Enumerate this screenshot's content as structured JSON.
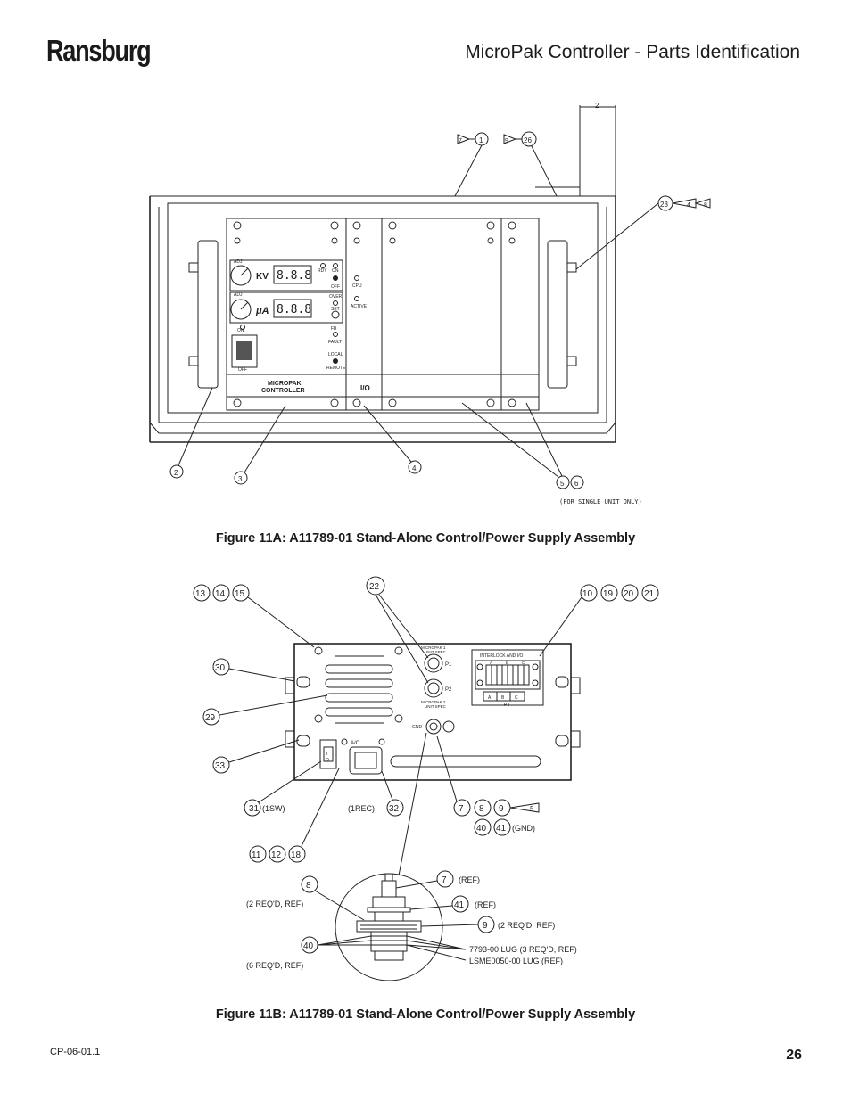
{
  "header": {
    "brand": "Ransburg",
    "title": "MicroPak Controller - Parts Identification"
  },
  "figure_a": {
    "caption": "Figure 11A: A11789-01 Stand-Alone Control/Power Supply Assembly",
    "callouts": [
      "1",
      "7",
      "26",
      "9",
      "2",
      "23",
      "4",
      "8",
      "2",
      "3",
      "4",
      "5",
      "6"
    ],
    "note": "(FOR SINGLE UNIT ONLY)",
    "panel": {
      "adj": "ADJ",
      "kv": "KV",
      "ua": "μA",
      "display": "8.8.8",
      "rdy": "RDY",
      "on": "ON",
      "off": "OFF",
      "over": "OVER",
      "set": "SET",
      "fb": "FB",
      "fault": "FAULT",
      "local": "LOCAL",
      "remote": "REMOTE",
      "cpu": "CPU",
      "active": "ACTIVE",
      "micropak": "MICROPAK",
      "controller": "CONTROLLER",
      "io": "I/O"
    }
  },
  "figure_b": {
    "caption": "Figure 11B: A11789-01 Stand-Alone Control/Power Supply Assembly",
    "callouts": [
      "13",
      "14",
      "15",
      "22",
      "10",
      "19",
      "20",
      "21",
      "30",
      "29",
      "33",
      "31",
      "32",
      "7",
      "8",
      "9",
      "5",
      "40",
      "41",
      "11",
      "12",
      "18",
      "8",
      "7",
      "41",
      "9",
      "40"
    ],
    "labels": {
      "sw": "(1SW)",
      "rec": "(1REC)",
      "gnd": "(GND)",
      "ref": "(REF)",
      "req2": "(2 REQ'D, REF)",
      "req6": "(6 REQ'D, REF)",
      "lug1": "7793-00 LUG (3 REQ'D, REF)",
      "lug2": "LSME0050-00 LUG (REF)"
    },
    "panel": {
      "interlock": "INTERLOCK AND I/O",
      "micropak1": "MICROPAK 1",
      "unit_spec": "UNIT SPEC",
      "micropak2": "MICROPAK 2",
      "p1": "P1",
      "p2": "P2",
      "p3": "P3",
      "gnd": "GND",
      "ac": "A/C",
      "a": "A",
      "b": "B",
      "c": "C"
    }
  },
  "footer": {
    "doc_code": "CP-06-01.1",
    "page": "26"
  }
}
